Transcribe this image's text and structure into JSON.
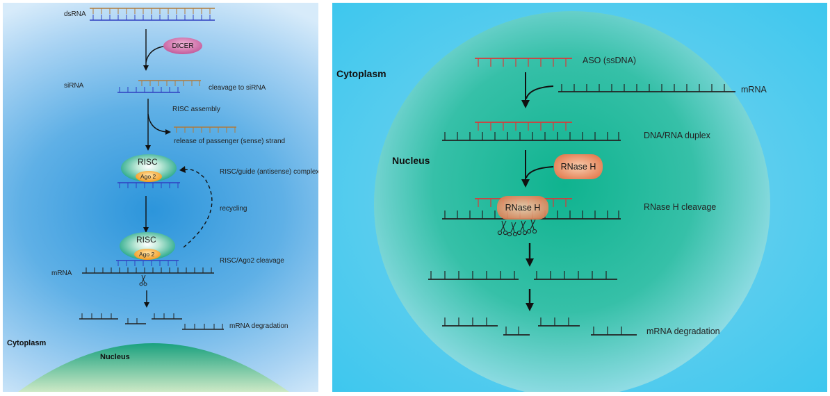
{
  "left": {
    "dsrna": "dsRNA",
    "dicer": "DICER",
    "sirna": "siRNA",
    "cleavage_to_sirna": "cleavage to siRNA",
    "risc_assembly": "RISC assembly",
    "release_passenger": "release of passenger (sense) strand",
    "risc": "RISC",
    "ago2": "Ago 2",
    "risc_guide_complex": "RISC/guide (antisense) complex",
    "recycling": "recycling",
    "mrna": "mRNA",
    "risc_ago2_cleavage": "RISC/Ago2 cleavage",
    "mrna_degradation": "mRNA degradation",
    "cytoplasm": "Cytoplasm",
    "nucleus": "Nucleus"
  },
  "right": {
    "aso": "ASO (ssDNA)",
    "mrna": "mRNA",
    "cytoplasm": "Cytoplasm",
    "dna_rna_duplex": "DNA/RNA duplex",
    "nucleus": "Nucleus",
    "rnase_h": "RNase H",
    "rnase_h_cleavage": "RNase H cleavage",
    "mrna_degradation": "mRNA degradation"
  },
  "colors": {
    "sense_strand": "#b07a3a",
    "antisense_strand": "#2f3fc0",
    "aso_strand": "#d83a3a",
    "mrna_strand": "#222222",
    "dicer": "#c25a9a",
    "risc": "#1fa58a",
    "ago2": "#f29a1e",
    "rnase_h": "#e8875a"
  }
}
